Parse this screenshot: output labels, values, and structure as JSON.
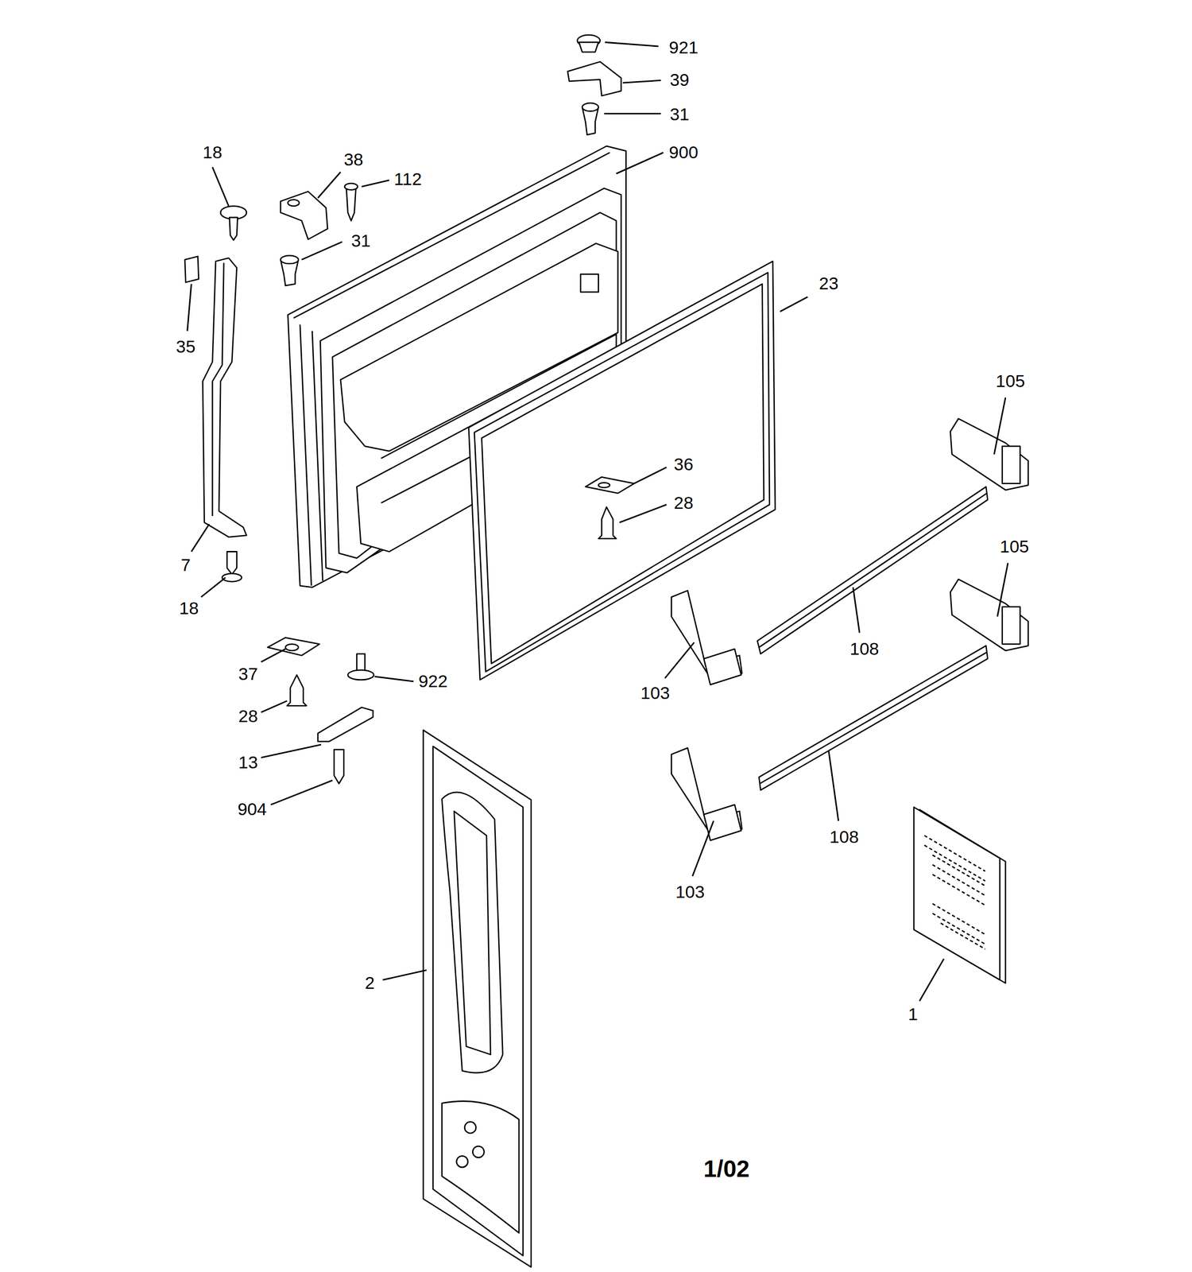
{
  "diagram": {
    "labels": [
      "921",
      "39",
      "31",
      "900",
      "18",
      "38",
      "112",
      "31",
      "23",
      "35",
      "105",
      "36",
      "28",
      "105",
      "7",
      "18",
      "108",
      "37",
      "922",
      "103",
      "28",
      "13",
      "904",
      "108",
      "103",
      "2",
      "1",
      "1/02"
    ]
  }
}
